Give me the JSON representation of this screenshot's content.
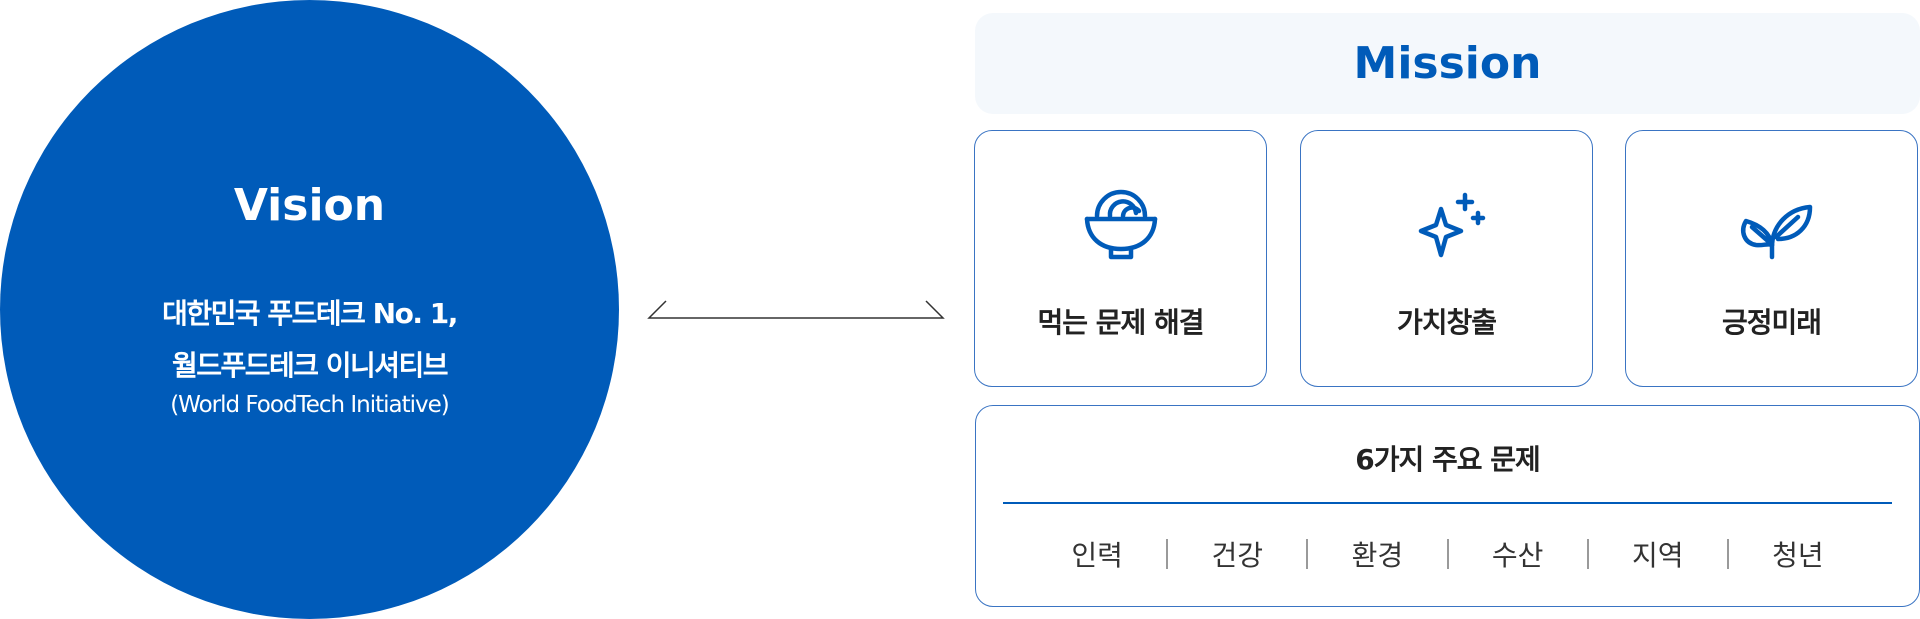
{
  "vision": {
    "title": "Vision",
    "line1": "대한민국 푸드테크 No. 1,",
    "line2": "월드푸드테크 이니셔티브",
    "subtitle": "(World FoodTech Initiative)"
  },
  "mission": {
    "title": "Mission",
    "cards": [
      {
        "label": "먹는 문제 해결",
        "icon": "rice-bowl-icon"
      },
      {
        "label": "가치창출",
        "icon": "sparkle-icon"
      },
      {
        "label": "긍정미래",
        "icon": "sprout-icon"
      }
    ]
  },
  "problems": {
    "title": "6가지 주요 문제",
    "items": [
      "인력",
      "건강",
      "환경",
      "수산",
      "지역",
      "청년"
    ]
  },
  "colors": {
    "primary": "#005bb9",
    "border": "#3a74c3",
    "header_bg": "#f4f8fc"
  }
}
